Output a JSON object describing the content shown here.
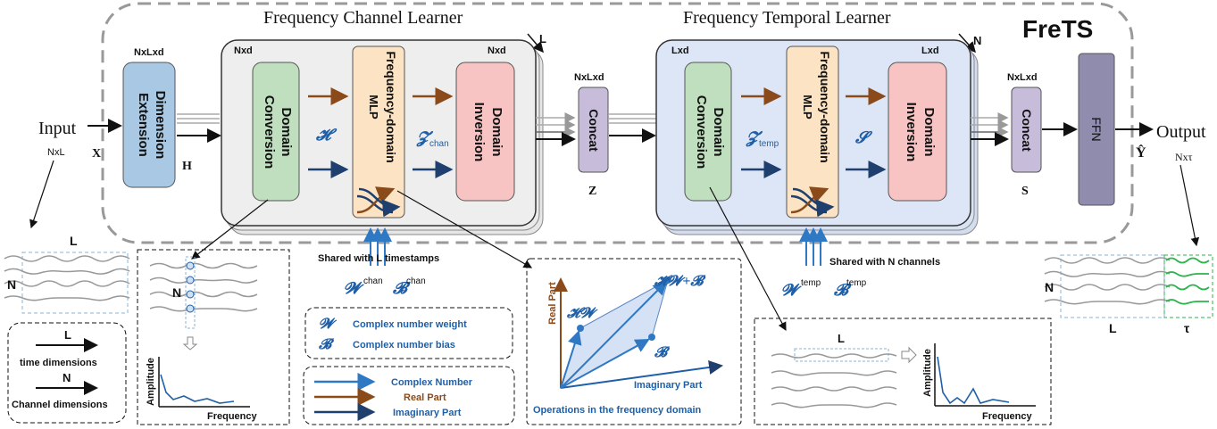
{
  "title": "FreTS",
  "learners": {
    "channel": "Frequency Channel Learner",
    "temporal": "Frequency Temporal Learner",
    "channel_repeat": "L",
    "temporal_repeat": "N"
  },
  "input": {
    "label": "Input",
    "symbol": "X",
    "shape": "NxL"
  },
  "output": {
    "label": "Output",
    "symbol": "Ŷ",
    "shape": "Nxτ"
  },
  "dimension_extension": {
    "line1": "Dimension",
    "line2": "Extension",
    "shape": "NxLxd",
    "out_symbol": "H"
  },
  "channel_block": {
    "shape_in": "Nxd",
    "shape_out": "Nxd",
    "domain_conversion": [
      "Domain",
      "Conversion"
    ],
    "mlp": [
      "Frequency-domain",
      "MLP"
    ],
    "domain_inversion": [
      "Domain",
      "Inversion"
    ],
    "sym_in": "𝓗",
    "sym_out": "𝓩",
    "sym_out_sub": "chan"
  },
  "concat1": {
    "label": "Concat",
    "shape": "NxLxd",
    "out_symbol": "Z"
  },
  "temporal_block": {
    "shape_in": "Lxd",
    "shape_out": "Lxd",
    "domain_conversion": [
      "Domain",
      "Conversion"
    ],
    "mlp": [
      "Frequency-domain",
      "MLP"
    ],
    "domain_inversion": [
      "Domain",
      "Inversion"
    ],
    "sym_in": "𝓩",
    "sym_in_sub": "temp",
    "sym_out": "𝓢"
  },
  "concat2": {
    "label": "Concat",
    "shape": "NxLxd",
    "out_symbol": "S"
  },
  "ffn": {
    "label": "FFN"
  },
  "shared_chan": {
    "text": "Shared with L timestamps",
    "w": "𝓦",
    "w_sup": "chan",
    "b": "𝓑",
    "b_sup": "chan"
  },
  "shared_temp": {
    "text": "Shared with N channels",
    "w": "𝓦",
    "w_sup": "temp",
    "b": "𝓑",
    "b_sup": "temp"
  },
  "legend_symbols": [
    {
      "sym": "𝓦",
      "text": "Complex number weight"
    },
    {
      "sym": "𝓑",
      "text": "Complex number bias"
    }
  ],
  "legend_arrows": [
    {
      "text": "Complex Number",
      "color": "#2f78c4"
    },
    {
      "text": "Real Part",
      "color": "#8b4a1a"
    },
    {
      "text": "Imaginary Part",
      "color": "#1f3f6e"
    }
  ],
  "legend_dims": [
    {
      "sym": "L",
      "text": "time dimensions"
    },
    {
      "sym": "N",
      "text": "Channel dimensions"
    }
  ],
  "ops": {
    "caption": "Operations in the frequency domain",
    "y_axis": "Real Part",
    "x_axis": "Imaginary Part",
    "hw": "𝓗𝓦",
    "hwb": "𝓗𝓦+𝓑",
    "b": "𝓑"
  },
  "spectrum": {
    "y_axis": "Amplitude",
    "x_axis": "Frequency"
  },
  "input_series": {
    "N": "N",
    "L": "L"
  },
  "chan_series": {
    "N": "N"
  },
  "temp_series": {
    "L": "L"
  },
  "output_series": {
    "N": "N",
    "L": "L",
    "tau": "τ"
  },
  "colors": {
    "dim_ext": "#a9c8e3",
    "domain_conv": "#bfdfbf",
    "mlp": "#fbe3c3",
    "domain_inv": "#f7c3c3",
    "concat": "#c7bcd9",
    "ffn": "#8f8cad",
    "channel_bg": "#eeeeee",
    "temporal_bg": "#dde6f6",
    "blue": "#1f5fa8",
    "brown": "#8b4a1a"
  }
}
